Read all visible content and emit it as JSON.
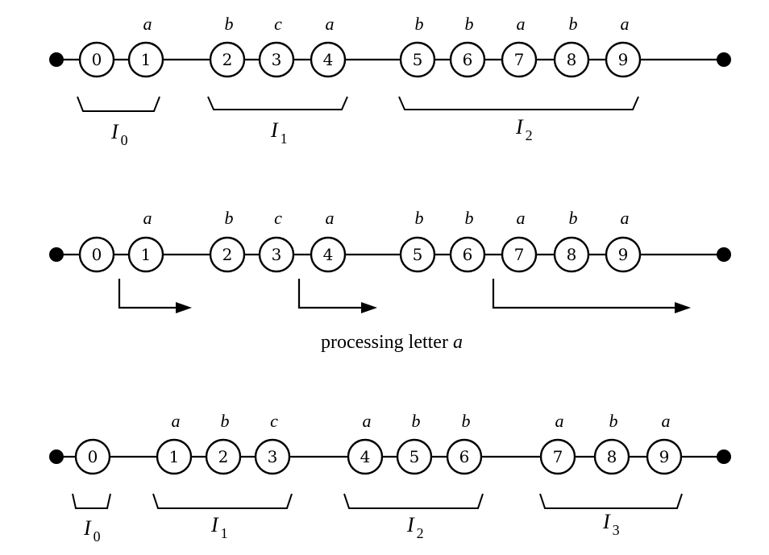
{
  "rows": [
    {
      "letters": [
        "a",
        "b",
        "c",
        "a",
        "b",
        "b",
        "a",
        "b",
        "a"
      ],
      "nodes": [
        "0",
        "1",
        "2",
        "3",
        "4",
        "5",
        "6",
        "7",
        "8",
        "9"
      ],
      "intervals": [
        {
          "symbol": "I",
          "sub": "0"
        },
        {
          "symbol": "I",
          "sub": "1"
        },
        {
          "symbol": "I",
          "sub": "2"
        }
      ]
    },
    {
      "letters": [
        "a",
        "b",
        "c",
        "a",
        "b",
        "b",
        "a",
        "b",
        "a"
      ],
      "nodes": [
        "0",
        "1",
        "2",
        "3",
        "4",
        "5",
        "6",
        "7",
        "8",
        "9"
      ],
      "caption": {
        "text": "processing letter ",
        "variable": "a"
      }
    },
    {
      "letters": [
        "a",
        "b",
        "c",
        "a",
        "b",
        "b",
        "a",
        "b",
        "a"
      ],
      "nodes": [
        "0",
        "1",
        "2",
        "3",
        "4",
        "5",
        "6",
        "7",
        "8",
        "9"
      ],
      "intervals": [
        {
          "symbol": "I",
          "sub": "0"
        },
        {
          "symbol": "I",
          "sub": "1"
        },
        {
          "symbol": "I",
          "sub": "2"
        },
        {
          "symbol": "I",
          "sub": "3"
        }
      ]
    }
  ]
}
